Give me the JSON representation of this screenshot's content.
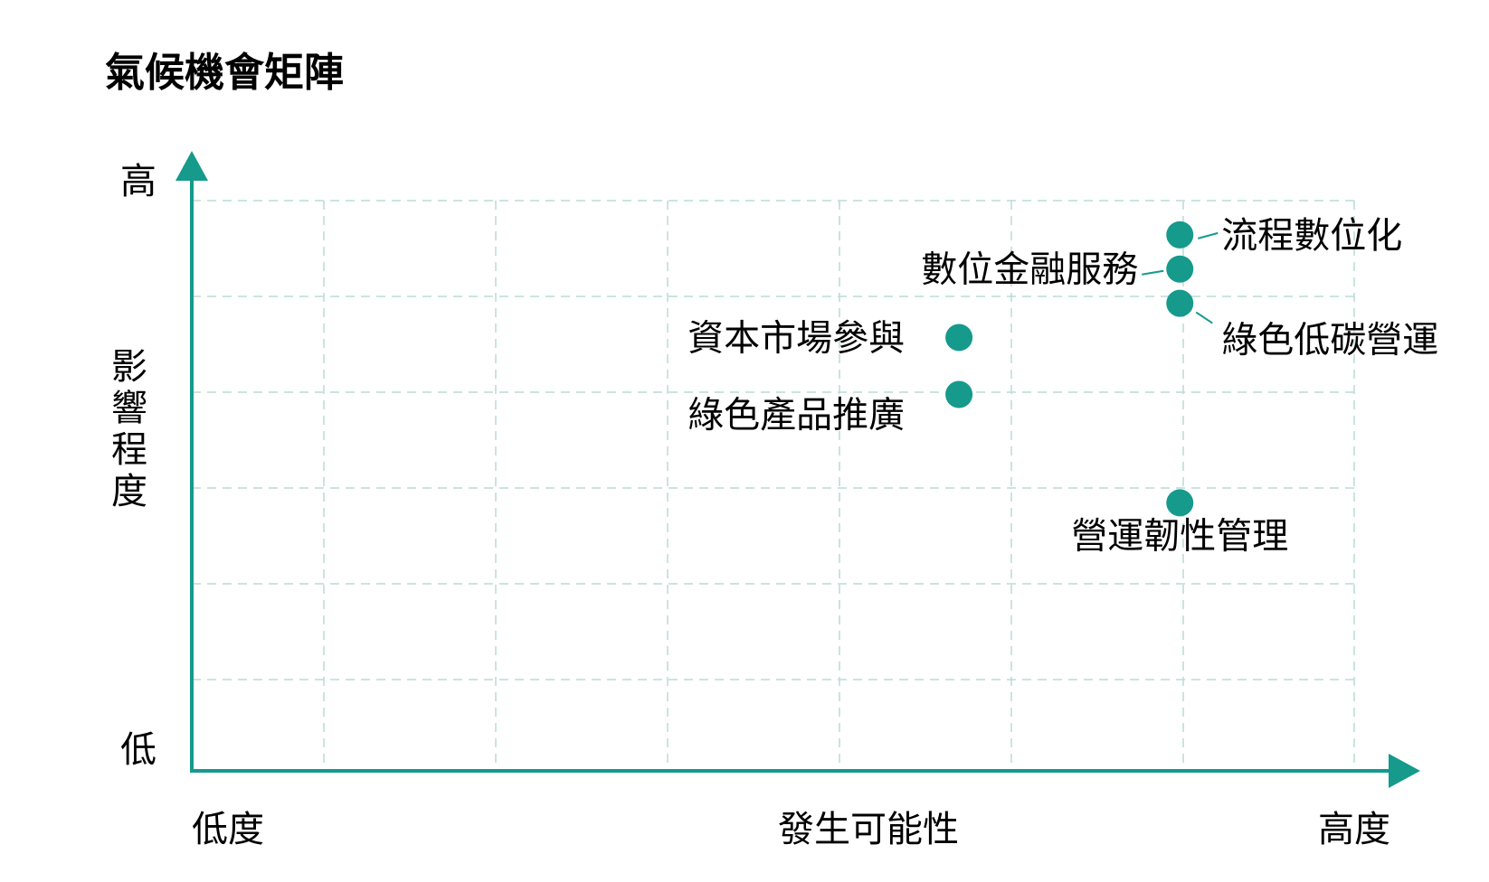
{
  "colors": {
    "accent": "#159a8c",
    "grid": "#b9dcd7",
    "text": "#111111"
  },
  "chart_data": {
    "type": "scatter",
    "title": "氣候機會矩陣",
    "xlabel": "發生可能性",
    "ylabel": "影響程度",
    "x_low_label": "低度",
    "x_high_label": "高度",
    "y_high_label": "高",
    "y_low_label": "低",
    "xlim": [
      0,
      1
    ],
    "ylim": [
      0,
      1
    ],
    "grid": true,
    "points": [
      {
        "label": "流程數位化",
        "x": 0.85,
        "y": 0.94
      },
      {
        "label": "數位金融服務",
        "x": 0.85,
        "y": 0.88
      },
      {
        "label": "綠色低碳營運",
        "x": 0.85,
        "y": 0.82
      },
      {
        "label": "資本市場參與",
        "x": 0.66,
        "y": 0.76
      },
      {
        "label": "綠色產品推廣",
        "x": 0.66,
        "y": 0.66
      },
      {
        "label": "營運韌性管理",
        "x": 0.85,
        "y": 0.47
      }
    ]
  }
}
